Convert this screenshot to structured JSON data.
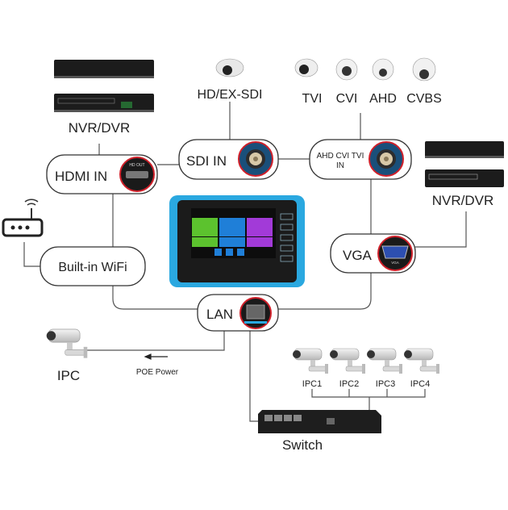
{
  "labels": {
    "nvr_dvr_left": "NVR/DVR",
    "nvr_dvr_right": "NVR/DVR",
    "hd_ex_sdi": "HD/EX-SDI",
    "tvi": "TVI",
    "cvi": "CVI",
    "ahd": "AHD",
    "cvbs": "CVBS",
    "hdmi_in": "HDMI IN",
    "sdi_in": "SDI IN",
    "ahd_cvi_tvi_in_line1": "AHD CVI TVI",
    "ahd_cvi_tvi_in_line2": "IN",
    "vga": "VGA",
    "builtin_wifi": "Built-in WiFi",
    "lan": "LAN",
    "ipc": "IPC",
    "poe_power": "POE Power",
    "ipc1": "IPC1",
    "ipc2": "IPC2",
    "ipc3": "IPC3",
    "ipc4": "IPC4",
    "switch": "Switch"
  },
  "port_labels": {
    "hdmi": "HD OUT",
    "vga": "VGA"
  },
  "colors": {
    "line": "#555555",
    "box_border": "#333333",
    "device_accent": "#2aa8e0",
    "port_ring": "#d0202a",
    "screen_green": "#5cc22e",
    "screen_blue": "#1f7fd8",
    "screen_purple": "#a23ad8"
  }
}
